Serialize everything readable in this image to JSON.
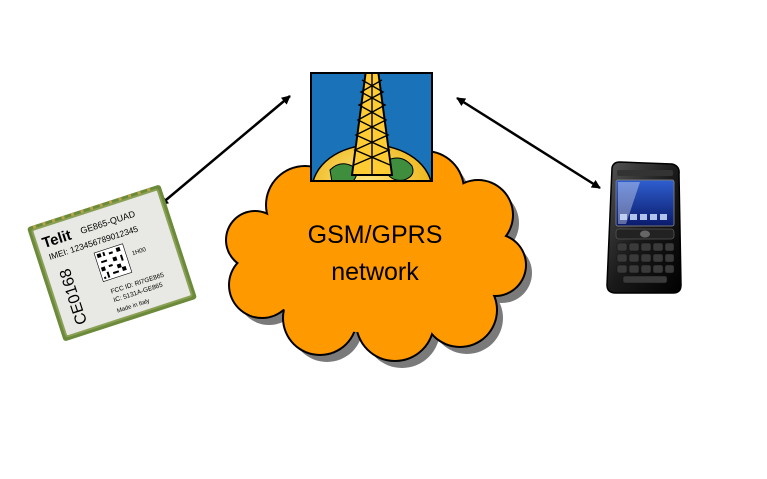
{
  "cloud": {
    "line1": "GSM/GPRS",
    "line2": "network",
    "fill_color": "#FF9900"
  },
  "module": {
    "brand": "Telit",
    "model": "GE865-QUAD",
    "imei_label": "IMEI: 123456789012345",
    "ce_mark": "CE0168",
    "fcc_id": "FCC ID: RI7GE865",
    "ic": "IC: 5131A-GE865",
    "origin": "Made in Italy",
    "serial": "1H00"
  },
  "tower_icon": {
    "background": "#1A73B8"
  },
  "colors": {
    "arrow": "#000000",
    "outline": "#000000"
  }
}
